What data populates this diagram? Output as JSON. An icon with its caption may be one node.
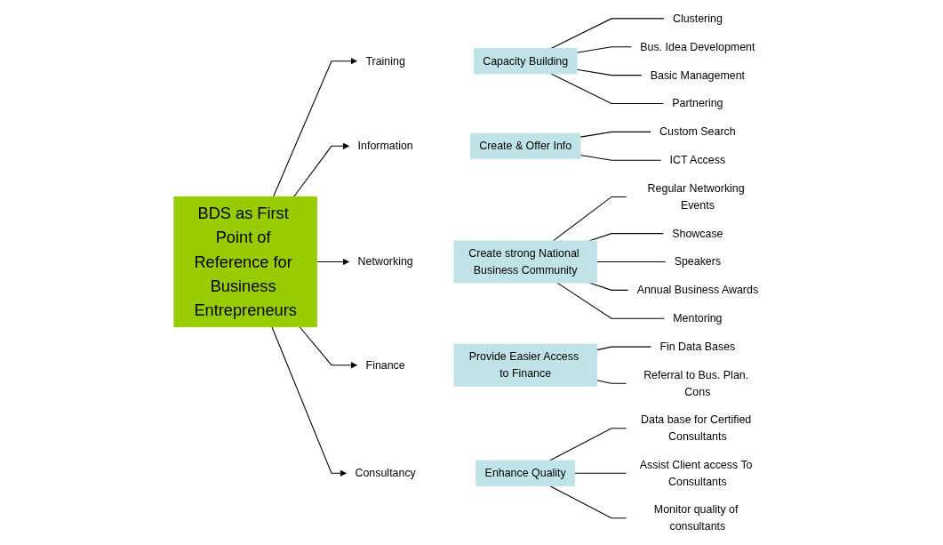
{
  "diagram": {
    "nodes": [
      {
        "text": [
          "BDS as First Point of Reference for Business Entrepreneurs"
        ]
      },
      {
        "text": [
          "Training"
        ]
      },
      {
        "text": [
          "Information"
        ]
      },
      {
        "text": [
          "Networking"
        ]
      },
      {
        "text": [
          "Finance"
        ]
      },
      {
        "text": [
          "Consultancy"
        ]
      },
      {
        "text": [
          "Capacity Building"
        ]
      },
      {
        "text": [
          "Clustering"
        ]
      },
      {
        "text": [
          "Bus. Idea Development"
        ]
      },
      {
        "text": [
          "Basic Management"
        ]
      },
      {
        "text": [
          "Partnering"
        ]
      },
      {
        "text": [
          "Create & Offer Info"
        ]
      },
      {
        "text": [
          "Custom Search"
        ]
      },
      {
        "text": [
          "ICT Access"
        ]
      },
      {
        "text": [
          "Provide Easier Access to Finance"
        ]
      },
      {
        "text": [
          "Fin Data Bases"
        ]
      },
      {
        "text": [
          "Referral to Bus. Plan. Cons"
        ]
      },
      {
        "text": [
          "Enhance Quality"
        ]
      },
      {
        "text": [
          "Data base for Certified Consultants"
        ]
      },
      {
        "text": [
          "Assist Client access To Consultants"
        ]
      },
      {
        "text": [
          "Monitor quality of consultants"
        ]
      },
      {
        "text": [
          "Create strong National Business Community"
        ]
      },
      {
        "text": [
          "Regular Networking Events"
        ]
      },
      {
        "text": [
          "Showcase"
        ]
      },
      {
        "text": [
          "Speakers"
        ]
      },
      {
        "text": [
          "Annual Business Awards"
        ]
      },
      {
        "text": [
          "Mentoring"
        ]
      }
    ],
    "edges": [
      {
        "from": 0,
        "to": 1,
        "arrow": "to"
      },
      {
        "from": 0,
        "to": 2,
        "arrow": "to"
      },
      {
        "from": 0,
        "to": 3,
        "arrow": "to"
      },
      {
        "from": 0,
        "to": 4,
        "arrow": "to"
      },
      {
        "from": 0,
        "to": 5,
        "arrow": "to"
      },
      {
        "from": 6,
        "to": 7,
        "arrow": "none"
      },
      {
        "from": 6,
        "to": 8,
        "arrow": "none"
      },
      {
        "from": 6,
        "to": 9,
        "arrow": "none"
      },
      {
        "from": 6,
        "to": 10,
        "arrow": "none"
      },
      {
        "from": 11,
        "to": 12,
        "arrow": "none"
      },
      {
        "from": 11,
        "to": 13,
        "arrow": "none"
      },
      {
        "from": 14,
        "to": 15,
        "arrow": "none"
      },
      {
        "from": 14,
        "to": 16,
        "arrow": "none"
      },
      {
        "from": 17,
        "to": 18,
        "arrow": "none"
      },
      {
        "from": 17,
        "to": 19,
        "arrow": "none"
      },
      {
        "from": 17,
        "to": 20,
        "arrow": "none"
      },
      {
        "from": 21,
        "to": 22,
        "arrow": "none"
      },
      {
        "from": 21,
        "to": 23,
        "arrow": "none"
      },
      {
        "from": 21,
        "to": 24,
        "arrow": "none"
      },
      {
        "from": 21,
        "to": 25,
        "arrow": "none"
      },
      {
        "from": 21,
        "to": 26,
        "arrow": "none"
      }
    ]
  }
}
